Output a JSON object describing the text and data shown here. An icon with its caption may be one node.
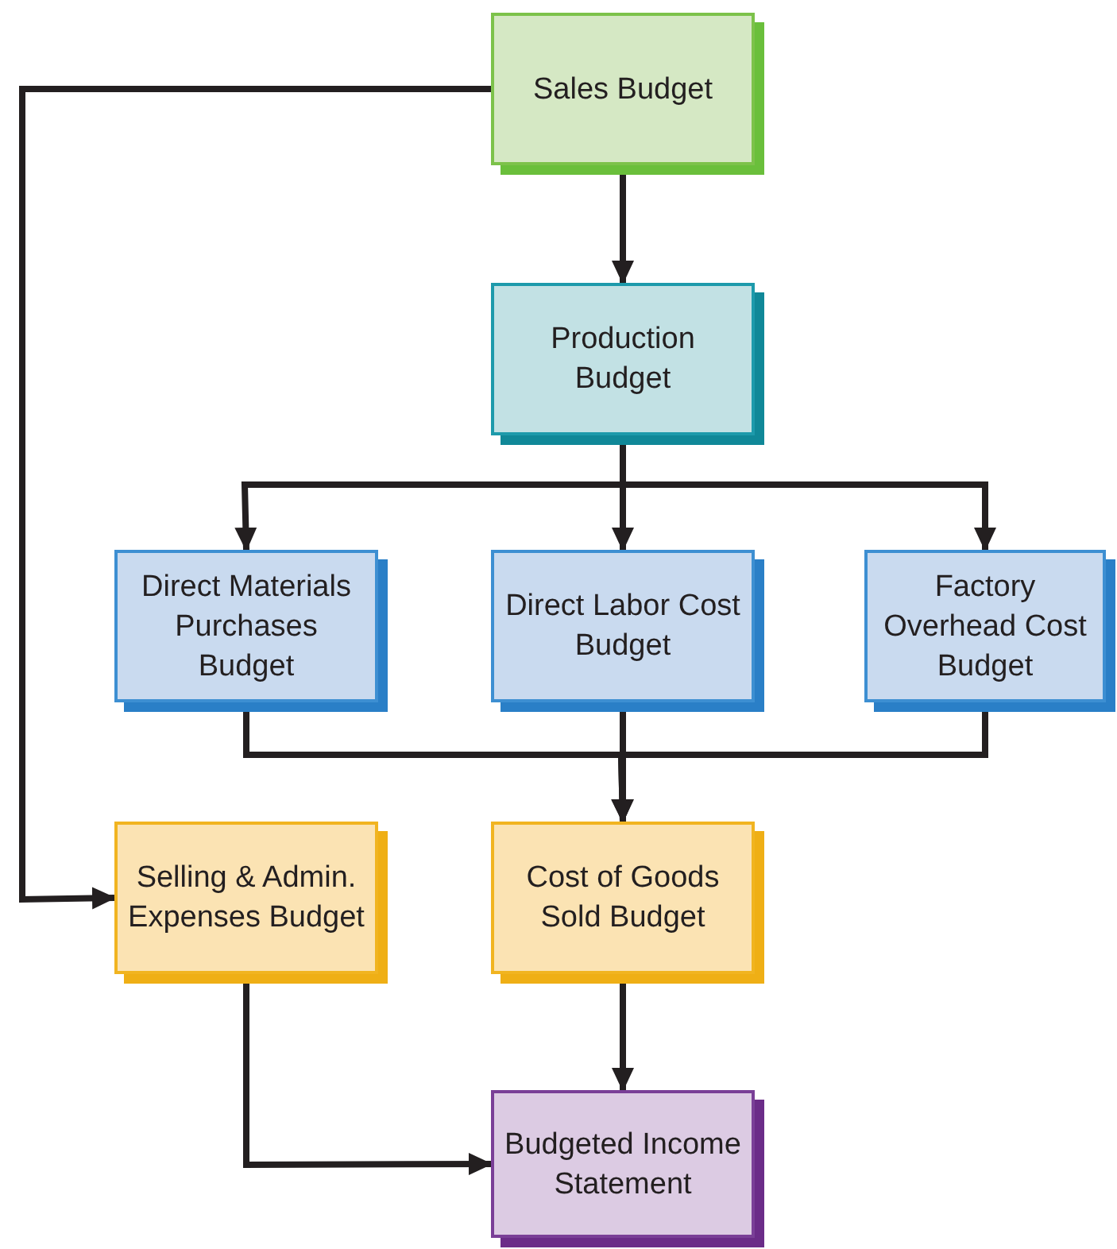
{
  "diagram": {
    "nodes": [
      {
        "text": [
          "Sales Budget"
        ]
      },
      {
        "text": [
          "Production Budget"
        ]
      },
      {
        "text": [
          "Direct Materials Purchases Budget"
        ]
      },
      {
        "text": [
          "Direct Labor Cost Budget"
        ]
      },
      {
        "text": [
          "Factory Overhead Cost Budget"
        ]
      },
      {
        "text": [
          "Selling & Admin. Expenses Budget"
        ]
      },
      {
        "text": [
          "Cost of Goods Sold Budget"
        ]
      },
      {
        "text": [
          "Budgeted Income Statement"
        ]
      }
    ],
    "edges": [
      {
        "from": 0,
        "to": 1,
        "arrow": "to"
      },
      {
        "from": 1,
        "to": 2,
        "arrow": "to"
      },
      {
        "from": 1,
        "to": 3,
        "arrow": "to"
      },
      {
        "from": 1,
        "to": 4,
        "arrow": "to"
      },
      {
        "from": 2,
        "to": 6,
        "arrow": "to"
      },
      {
        "from": 3,
        "to": 6,
        "arrow": "to"
      },
      {
        "from": 4,
        "to": 6,
        "arrow": "to"
      },
      {
        "from": 0,
        "to": 5,
        "arrow": "to"
      },
      {
        "from": 6,
        "to": 7,
        "arrow": "to"
      },
      {
        "from": 5,
        "to": 7,
        "arrow": "to"
      }
    ]
  }
}
